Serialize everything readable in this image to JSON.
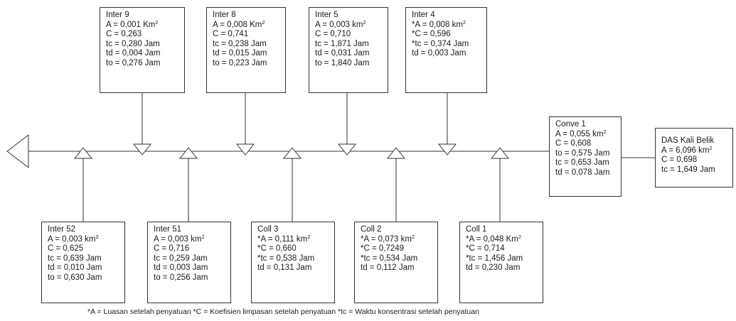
{
  "top_boxes": [
    {
      "id": "inter-9",
      "title": "Inter 9",
      "lines": [
        {
          "text": "A = 0,001 Km",
          "sup": "2"
        },
        {
          "text": "C = 0,263"
        },
        {
          "text": "tc = 0,280 Jam"
        },
        {
          "text": "td = 0,004 Jam"
        },
        {
          "text": "to = 0,276 Jam"
        }
      ]
    },
    {
      "id": "inter-8",
      "title": "Inter 8",
      "lines": [
        {
          "text": "A = 0,008 Km",
          "sup": "2"
        },
        {
          "text": "C = 0,741"
        },
        {
          "text": "tc = 0,238 Jam"
        },
        {
          "text": "td = 0,015 Jam"
        },
        {
          "text": "to = 0,223 Jam"
        }
      ]
    },
    {
      "id": "inter-5",
      "title": "Inter 5",
      "lines": [
        {
          "text": "A = 0,003 km",
          "sup": "2"
        },
        {
          "text": "C = 0,710"
        },
        {
          "text": "tc = 1,871 Jam"
        },
        {
          "text": "td = 0,031 Jam"
        },
        {
          "text": "to = 1,840 Jam"
        }
      ]
    },
    {
      "id": "inter-4",
      "title": "Inter 4",
      "lines": [
        {
          "text": "*A = 0,008 km",
          "sup": "2"
        },
        {
          "text": "*C = 0,596"
        },
        {
          "text": "*tc = 0,374 Jam"
        },
        {
          "text": "td = 0,003 Jam"
        }
      ]
    }
  ],
  "bottom_boxes": [
    {
      "id": "inter-52",
      "title": "Inter 52",
      "lines": [
        {
          "text": "A = 0,003 km",
          "sup": "2"
        },
        {
          "text": "C = 0,625"
        },
        {
          "text": "tc = 0,639 Jam"
        },
        {
          "text": "td = 0,010 Jam"
        },
        {
          "text": "to = 0,630 Jam"
        }
      ]
    },
    {
      "id": "inter-51",
      "title": "Inter 51",
      "lines": [
        {
          "text": "A = 0,003 km",
          "sup": "2"
        },
        {
          "text": "C = 0,716"
        },
        {
          "text": "tc = 0,259 Jam"
        },
        {
          "text": "td = 0,003 Jam"
        },
        {
          "text": "to = 0,256 Jam"
        }
      ]
    },
    {
      "id": "coll-3",
      "title": "Coll 3",
      "lines": [
        {
          "text": "*A = 0,111 km",
          "sup": "2"
        },
        {
          "text": "*C = 0,660"
        },
        {
          "text": "*tc = 0,538 Jam"
        },
        {
          "text": "td = 0,131 Jam"
        }
      ]
    },
    {
      "id": "coll-2",
      "title": "Coll 2",
      "lines": [
        {
          "text": "*A = 0,073 km",
          "sup": "2"
        },
        {
          "text": "*C = 0,7249"
        },
        {
          "text": "*tc = 0,534 Jam"
        },
        {
          "text": "td = 0,112 Jam"
        }
      ]
    },
    {
      "id": "coll-1",
      "title": "Coll 1",
      "lines": [
        {
          "text": "*A = 0,048 Km",
          "sup": "2"
        },
        {
          "text": "*C = 0,714"
        },
        {
          "text": "*tc = 1,456 Jam"
        },
        {
          "text": "td = 0,230 Jam"
        }
      ]
    }
  ],
  "right_boxes": [
    {
      "id": "conve-1",
      "title": "Conve 1",
      "lines": [
        {
          "text": "A = 0,055 km",
          "sup": "2"
        },
        {
          "text": "C = 0,608"
        },
        {
          "text": "to = 0,575 Jam"
        },
        {
          "text": "tc = 0,653 Jam"
        },
        {
          "text": "td = 0,078 Jam"
        }
      ]
    },
    {
      "id": "das-kali-belik",
      "title": "DAS Kali Belik",
      "lines": [
        {
          "text": "A = 6,096 km",
          "sup": "2"
        },
        {
          "text": "C = 0,698"
        },
        {
          "text": "tc = 1,649 Jam"
        }
      ]
    }
  ],
  "footnote": "*A = Luasan setelah penyatuan *C = Koefisien limpasan setelah penyatuan *tc = Waktu konsentrasi setelah penyatuan"
}
